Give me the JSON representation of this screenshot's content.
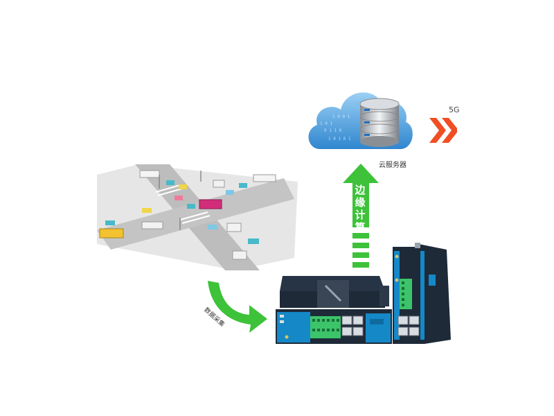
{
  "cloud": {
    "label": "云服务器"
  },
  "network": {
    "label": "5G"
  },
  "edge_compute": {
    "label": [
      "边",
      "缘",
      "计",
      "算"
    ]
  },
  "data_collection": {
    "label": "数据采集"
  },
  "colors": {
    "cloud_blue": "#5aa8e6",
    "arrow_green": "#3dc23a",
    "fiveg_orange": "#f04e23",
    "device_body": "#1e2a38",
    "device_blue": "#1588c8",
    "terminal_green": "#3cc46a"
  }
}
